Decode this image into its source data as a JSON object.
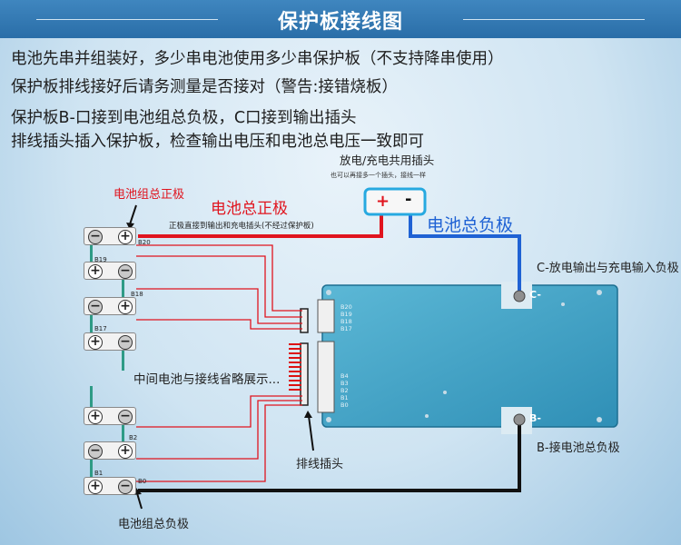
{
  "header": {
    "title": "保护板接线图"
  },
  "instructions": [
    "电池先串并组装好，多少串电池使用多少串保护板（不支持降串使用）",
    "保护板排线接好后请务测量是否接对（警告:接错烧板）",
    "保护板B-口接到电池组总负极，C口接到输出插头",
    "排线插头插入保护板，检查输出电压和电池总电压一致即可"
  ],
  "plug": {
    "title": "放电/充电共用插头",
    "subtitle": "也可以再接多一个插头，接线一样",
    "plus": "+",
    "minus": "-"
  },
  "labels": {
    "battery_pack_positive": "电池组总正极",
    "total_positive": "电池总正极",
    "positive_note": "正极直接到输出和充电插头(不经过保护板)",
    "total_negative": "电池总负极",
    "c_port": "C-放电输出与充电输入负极",
    "middle_omitted": "中间电池与接线省略展示...",
    "ribbon_plug": "排线插头",
    "b_port": "B-接电池总负极",
    "battery_pack_negative": "电池组总负极"
  },
  "cells": [
    {
      "label": "B20"
    },
    {
      "label": "B19"
    },
    {
      "label": "B18"
    },
    {
      "label": "B17"
    },
    {
      "label": ""
    },
    {
      "label": "B2"
    },
    {
      "label": "B1"
    },
    {
      "label": "B0"
    }
  ],
  "pcb": {
    "pins_top": [
      "B20",
      "B19",
      "B18",
      "B17"
    ],
    "pins_bottom": [
      "B4",
      "B3",
      "B2",
      "B1",
      "B0"
    ],
    "c_port": "C-",
    "b_port": "B-"
  },
  "colors": {
    "header": "#2f76b2",
    "red": "#e0141e",
    "blue": "#1f62d4",
    "pcb": "#3fa6c9",
    "strap": "#2e9b86"
  }
}
